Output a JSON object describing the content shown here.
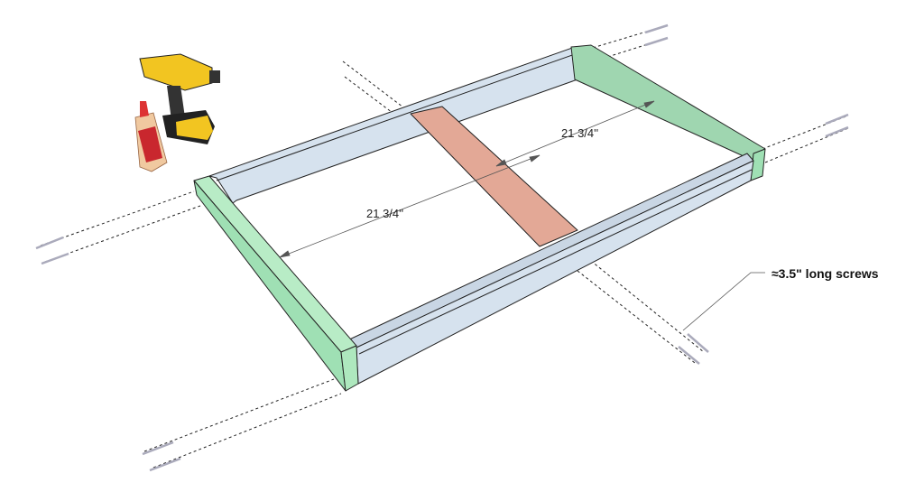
{
  "dimensions": {
    "rear_span": "21 3/4''",
    "front_span": "21 3/4''"
  },
  "callout": {
    "screws": "≈3.5\" long screws"
  },
  "colors": {
    "long_boards": "#d6e2ee",
    "end_boards": "#9fe0b4",
    "middle_board": "#e3a896",
    "drill": "#f2c521",
    "glue": "#f0c9a0"
  }
}
